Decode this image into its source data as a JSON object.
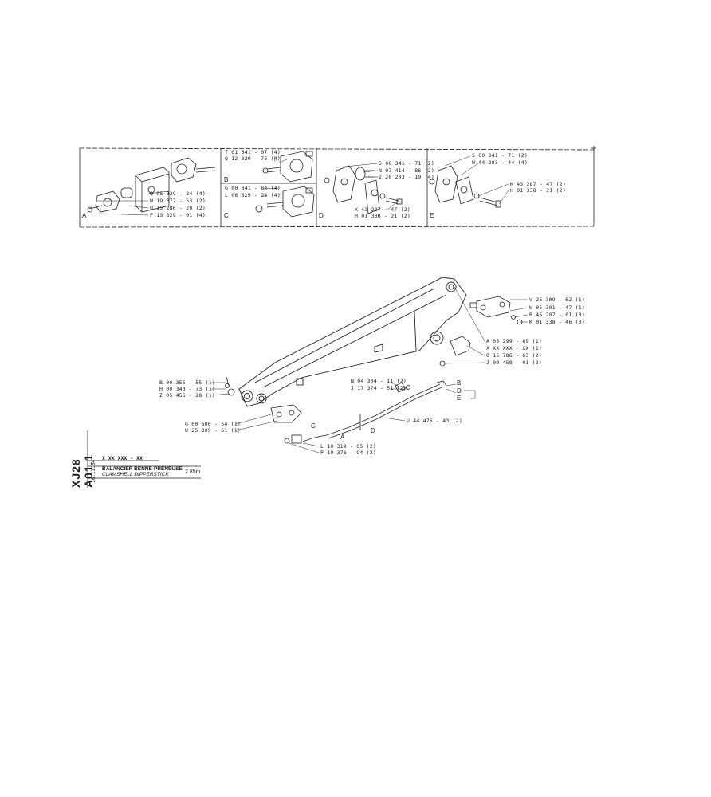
{
  "detail_panels": [
    {
      "letter": "A",
      "parts": [
        "Q 05 329 - 24 (4)",
        "W 19 377 - 53 (2)",
        "U 15 286 - 28 (2)",
        "F 13 329 - 01 (4)"
      ]
    },
    {
      "letter": "B",
      "parts": [
        "T 01 341 - 07 (4)",
        "Q 12 329 - 75 (4)"
      ]
    },
    {
      "letter": "C",
      "parts": [
        "G 00 341 - 84 (4)",
        "L 06 329 - 24 (4)"
      ]
    },
    {
      "letter": "D",
      "parts": [
        "S 00 341 - 71 (2)",
        "N 07 414 - 86 (2)",
        "Z 20 203 - 19 (4)",
        "K 43 287 - 47 (2)",
        "H 01 338 - 21 (2)"
      ]
    },
    {
      "letter": "E",
      "parts": [
        "S 00 341 - 71 (2)",
        "W 44 203 - 44 (4)",
        "K 43 287 - 47 (2)",
        "H 01 338 - 21 (2)"
      ]
    }
  ],
  "main_parts": {
    "top_right": [
      "V 25 309 - 62 (1)",
      "W 05 301 - 47 (1)",
      "B 45 287 - 01 (3)",
      "K 01 338 - 46 (3)"
    ],
    "mid_right": [
      "A 05 299 - 89 (1)",
      "X XX XXX - XX (1)",
      "G 15 786 - 63 (2)",
      "J 00 458 - 01 (2)"
    ],
    "left": [
      "B 00 355 - 55 (1)",
      "H 00 343 - 73 (1)",
      "Z 05 456 - 28 (1)"
    ],
    "center": [
      "N 04 304 - 11 (2)",
      "J 17 374 - 51 (2)"
    ],
    "pipe": "U 44 476 - 43 (2)",
    "bottom_pin": [
      "G 00 500 - 54 (1)",
      "U 25 309 - 61 (1)"
    ],
    "bottom_hose": [
      "L 10 319 - 05 (2)",
      "P 19 376 - 94 (2)"
    ],
    "letters": {
      "a": "A",
      "b": "B",
      "c": "C",
      "d": "D",
      "e": "E"
    }
  },
  "title_block": {
    "code": "XJ28 A01.1",
    "date": "16.11.84",
    "ref": "X XX XXX - XX",
    "title_fr": "BALANCIER BENNE-PRENEUSE",
    "title_en": "CLAMSHELL DIPPERSTICK",
    "size": "2.85m"
  }
}
